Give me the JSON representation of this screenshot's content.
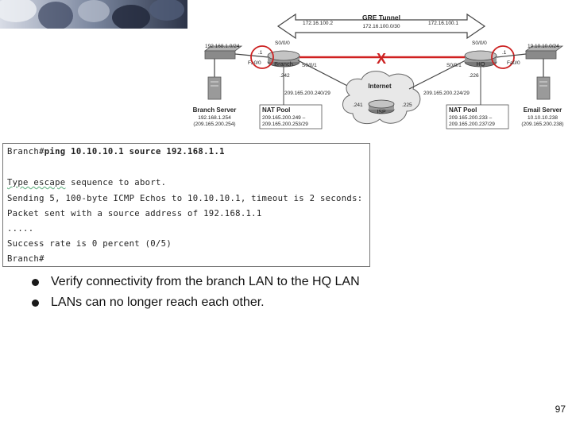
{
  "diagram": {
    "tunnel": {
      "title": "GRE Tunnel",
      "subnet": "172.16.100.0/30",
      "left_ip": "172.16.100.2",
      "right_ip": "172.16.100.1"
    },
    "branch": {
      "router_label": "Branch",
      "lan": "192.168.1.0/24",
      "fa": "Fa0/0",
      "fa_host": ".1",
      "s000": "S0/0/0",
      "s001": "S0/0/1",
      "s001_host": ".242",
      "server_title": "Branch Server",
      "server_ip1": "192.168.1.254",
      "server_ip2": "(209.165.200.254)",
      "nat_title": "NAT Pool",
      "nat_range": "209.165.200.249 –",
      "nat_range2": "209.165.200.253/29",
      "wan_net": "209.165.200.240/29"
    },
    "hq": {
      "router_label": "HQ",
      "lan": "10.10.10.0/24",
      "fa": "Fa0/0",
      "fa_host": ".1",
      "s000": "S0/0/0",
      "s001": "S0/0/1",
      "s001_host": ".226",
      "server_title": "Email Server",
      "server_ip1": "10.10.10.238",
      "server_ip2": "(209.165.200.238)",
      "nat_title": "NAT Pool",
      "nat_range": "209.165.200.233 –",
      "nat_range2": "209.165.200.237/29",
      "wan_net": "209.165.200.224/29"
    },
    "internet": {
      "label": "Internet",
      "isp_label": "ISP",
      "left_host": ".241",
      "right_host": ".225"
    },
    "failure_mark": "X"
  },
  "console": {
    "prompt1": "Branch#",
    "command": "ping 10.10.10.1 source 192.168.1.1",
    "line_escape_a": "Type escape",
    "line_escape_b": " sequence to abort.",
    "line_sending": "Sending 5, 100-byte ICMP Echos to 10.10.10.1, timeout is 2 seconds:",
    "line_packet": "Packet sent with a source address of 192.168.1.1",
    "line_dots": ".....",
    "line_success": "Success rate is 0 percent (0/5)",
    "prompt2": "Branch#"
  },
  "bullets": [
    "Verify connectivity from the branch LAN to the HQ LAN",
    "LANs can no longer reach each other."
  ],
  "page_number": "97",
  "colors": {
    "failure_red": "#cc2222",
    "link_red": "#d02020",
    "device_gray": "#8a8a8a"
  }
}
